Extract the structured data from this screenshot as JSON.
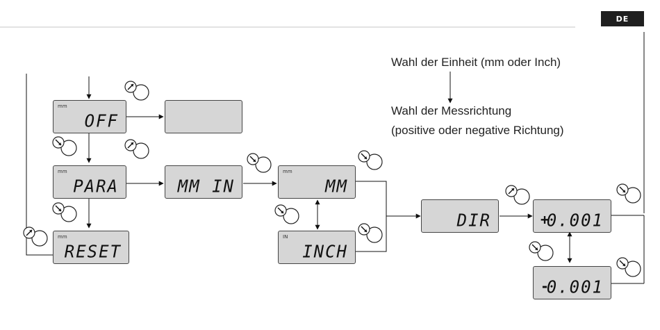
{
  "header": {
    "language_badge": "DE"
  },
  "notes": {
    "unit_selection": "Wahl der Einheit (mm oder Inch)",
    "direction_selection": "Wahl der Messrichtung",
    "direction_hint": "(positive oder negative Richtung)"
  },
  "displays": {
    "off": {
      "unit": "mm",
      "text": "OFF"
    },
    "blank": {
      "unit": "",
      "text": ""
    },
    "para": {
      "unit": "mm",
      "text": "PARA"
    },
    "reset": {
      "unit": "mm",
      "text": "RESET"
    },
    "mmin": {
      "unit": "",
      "text": "MM IN"
    },
    "mm": {
      "unit": "mm",
      "text": "MM"
    },
    "inch": {
      "unit": "IN",
      "text": "INCH"
    },
    "dir": {
      "unit": "",
      "text": "DIR"
    },
    "plus": {
      "unit": "",
      "sign": "+",
      "text": "0.001"
    },
    "minus": {
      "unit": "",
      "sign": "-",
      "text": "0.001"
    }
  },
  "icons": {
    "long_press": "knob-long-press-icon",
    "short_press": "knob-short-press-icon"
  }
}
